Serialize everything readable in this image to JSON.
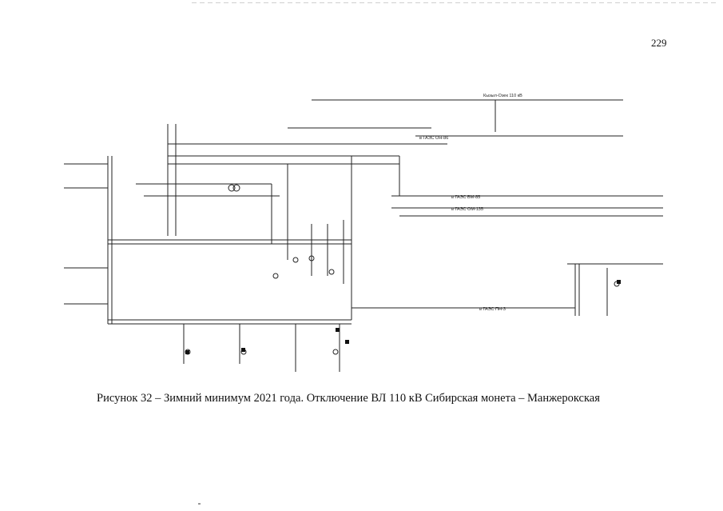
{
  "page": {
    "number": "229"
  },
  "figure": {
    "caption": "Рисунок 32 – Зимний минимум 2021 года. Отключение ВЛ 110 кВ Сибирская монета – Манжерокская",
    "labels": {
      "top_sub": "Кызыл-Озек 110 кВ",
      "line_gpes_1": "в ГАЭС ОН-86",
      "line_gpes_2": "в ГАЭС БМ-85",
      "line_gpes_3": "в ГАЭС ОМ-135",
      "line_gpes_4": "в ГАЭС ПН-3"
    }
  }
}
